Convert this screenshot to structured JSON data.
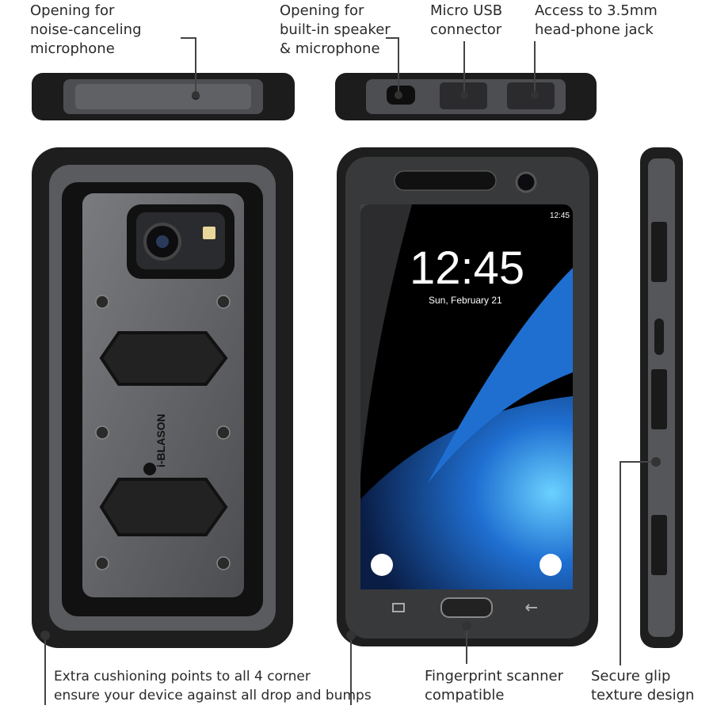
{
  "labels": {
    "mic": [
      "Opening for",
      "noise-canceling",
      "microphone"
    ],
    "speaker": [
      "Opening for",
      "built-in speaker",
      "& microphone"
    ],
    "usb": [
      "Micro USB",
      "connector"
    ],
    "jack": [
      "Access to 3.5mm",
      "head-phone jack"
    ],
    "corners": [
      "Extra cushioning points to all 4 corner",
      "ensure your device against all drop and bumps"
    ],
    "fingerprint": [
      "Fingerprint scanner",
      "compatible"
    ],
    "grip": [
      "Secure glip",
      "texture design"
    ]
  },
  "phone_screen": {
    "status_time": "12:45",
    "clock": "12:45",
    "date": "Sun, February 21"
  },
  "brand": "i-BLASON",
  "colors": {
    "case_dark": "#1e1e1e",
    "case_gray": "#5a5b5e",
    "screen_blue": "#1f6fd1",
    "line": "#444444"
  }
}
